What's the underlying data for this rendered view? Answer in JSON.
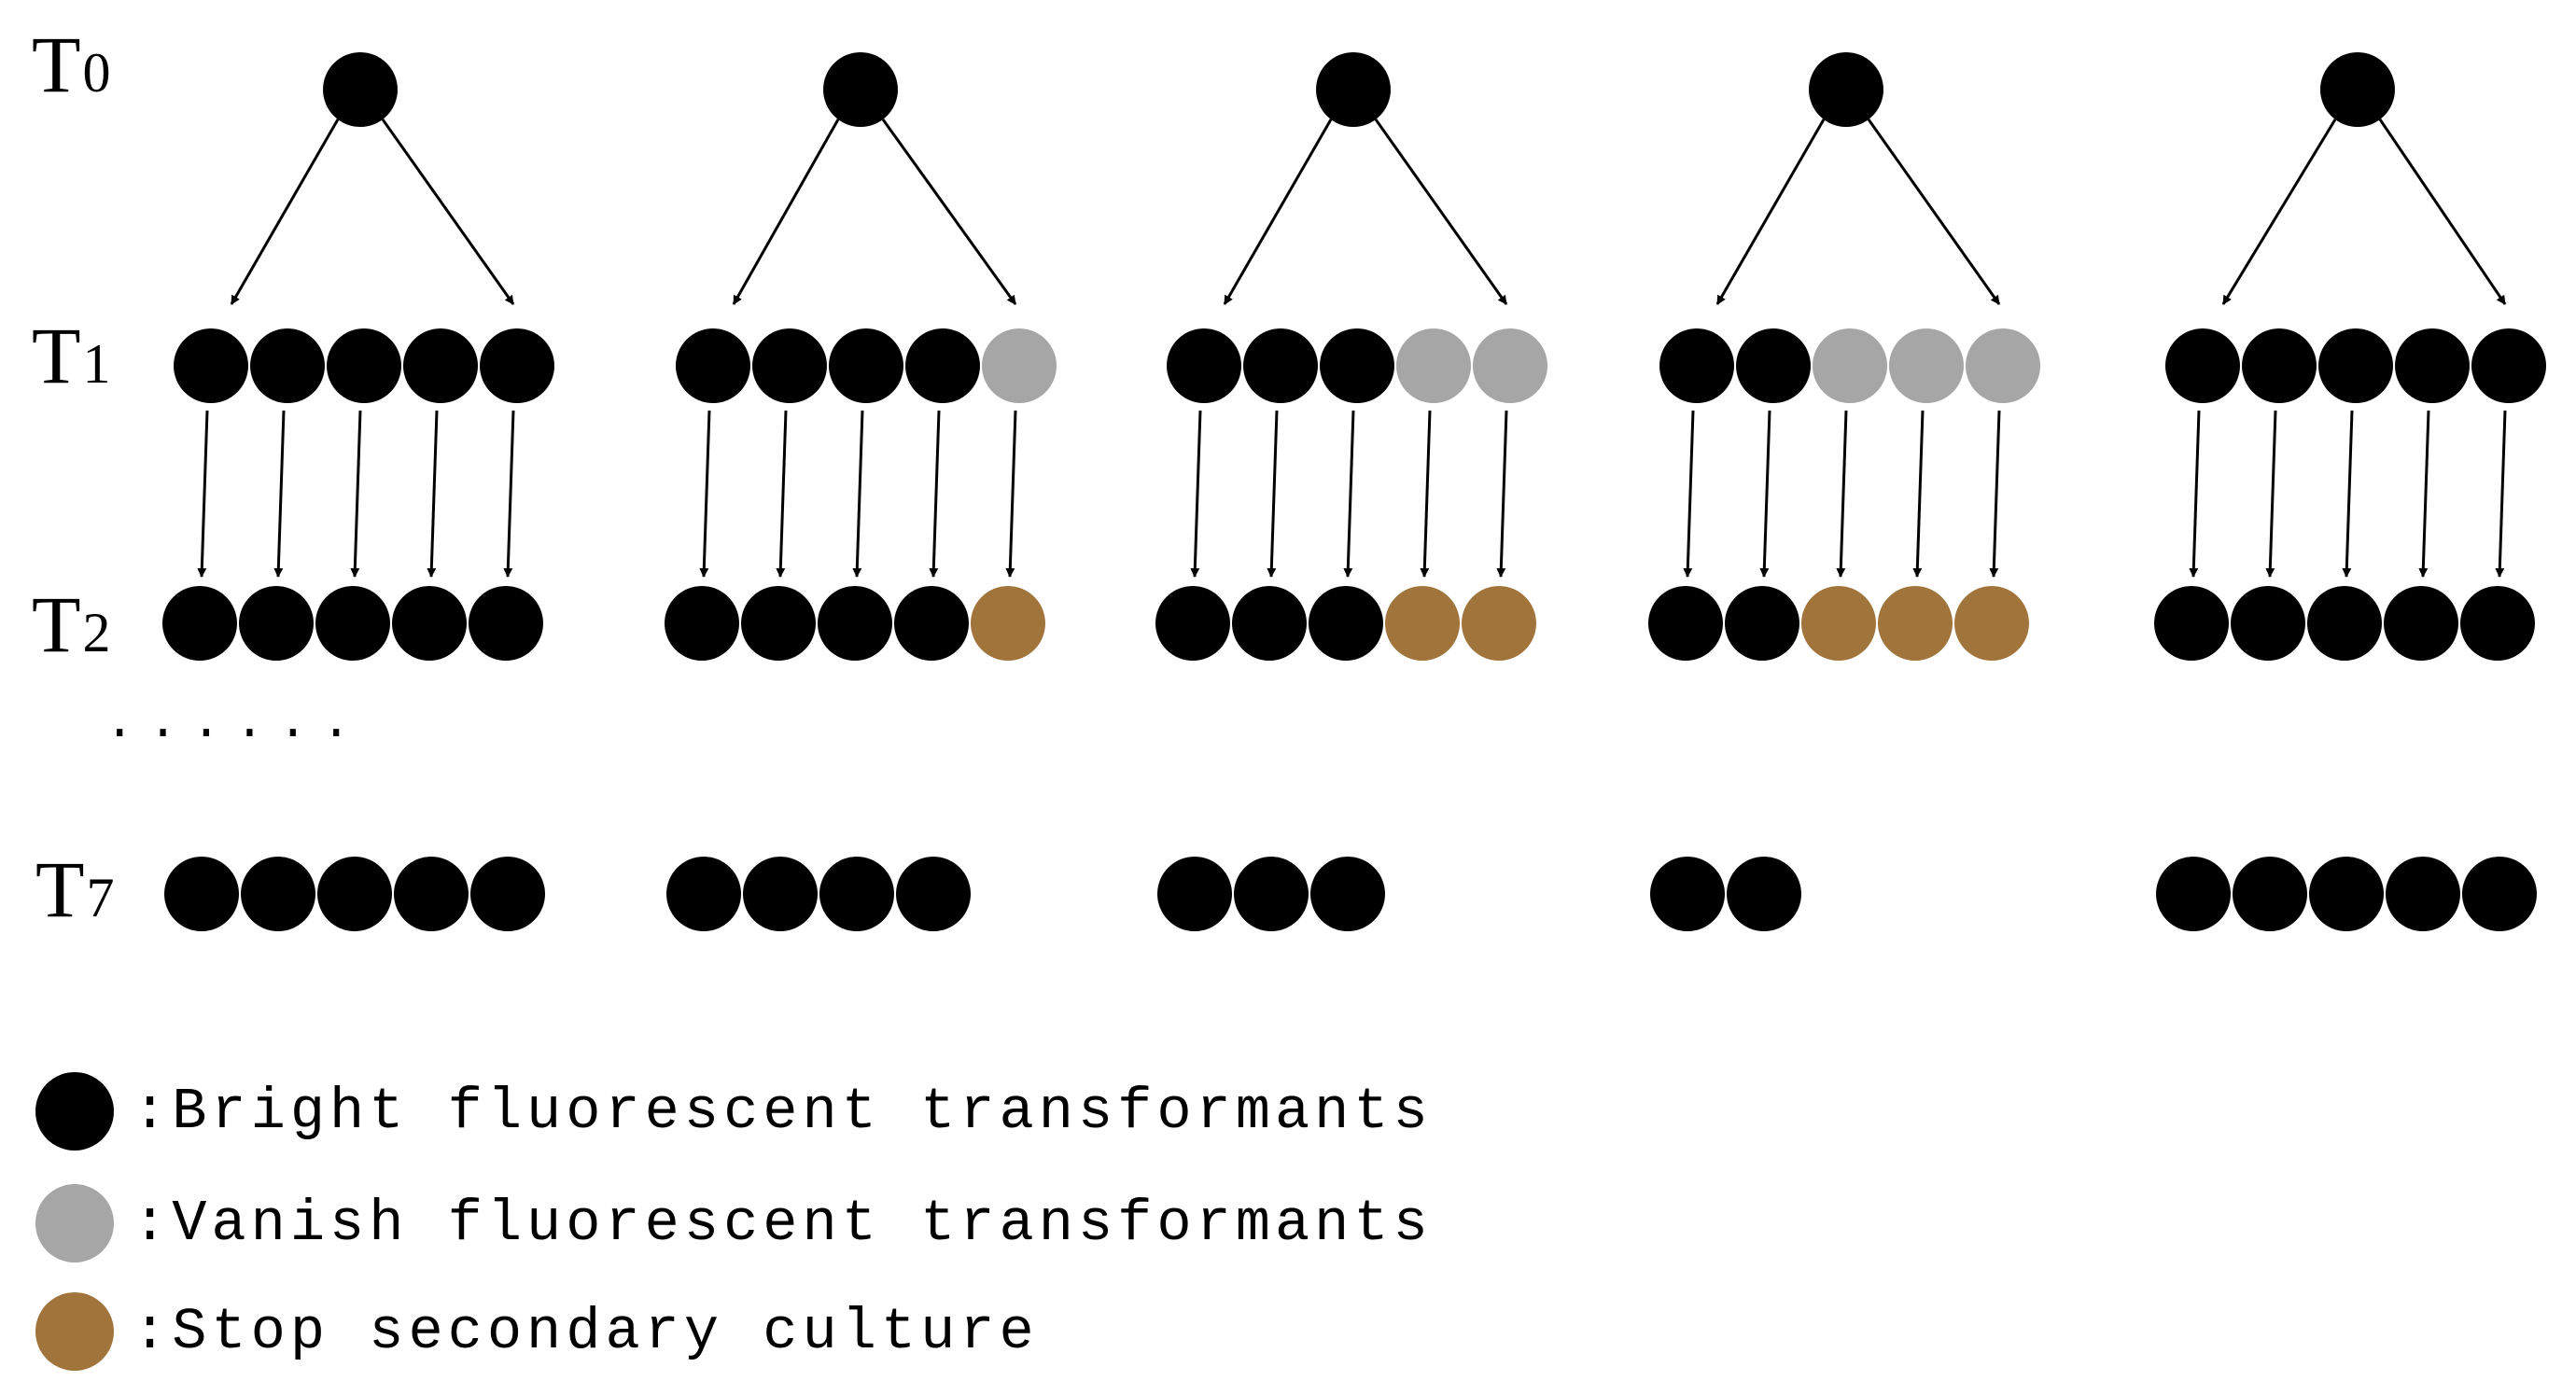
{
  "generations": [
    {
      "base": "T",
      "sub": "0"
    },
    {
      "base": "T",
      "sub": "1"
    },
    {
      "base": "T",
      "sub": "2"
    },
    {
      "base": "T",
      "sub": "7"
    }
  ],
  "ellipsis": "......",
  "colors": {
    "bright": "#000000",
    "vanish": "#a6a6a6",
    "stop": "#a0743a",
    "arrow": "#000000"
  },
  "lineages": [
    {
      "t1": [
        "bright",
        "bright",
        "bright",
        "bright",
        "bright"
      ],
      "t2": [
        "bright",
        "bright",
        "bright",
        "bright",
        "bright"
      ],
      "t7_count": 5
    },
    {
      "t1": [
        "bright",
        "bright",
        "bright",
        "bright",
        "vanish"
      ],
      "t2": [
        "bright",
        "bright",
        "bright",
        "bright",
        "stop"
      ],
      "t7_count": 4
    },
    {
      "t1": [
        "bright",
        "bright",
        "bright",
        "vanish",
        "vanish"
      ],
      "t2": [
        "bright",
        "bright",
        "bright",
        "stop",
        "stop"
      ],
      "t7_count": 3
    },
    {
      "t1": [
        "bright",
        "bright",
        "vanish",
        "vanish",
        "vanish"
      ],
      "t2": [
        "bright",
        "bright",
        "stop",
        "stop",
        "stop"
      ],
      "t7_count": 2
    },
    {
      "t1": [
        "bright",
        "bright",
        "bright",
        "bright",
        "bright"
      ],
      "t2": [
        "bright",
        "bright",
        "bright",
        "bright",
        "bright"
      ],
      "t7_count": 5
    }
  ],
  "legend": [
    {
      "key": "bright",
      "label": ":Bright fluorescent transformants"
    },
    {
      "key": "vanish",
      "label": ":Vanish fluorescent transformants"
    },
    {
      "key": "stop",
      "label": ":Stop secondary culture"
    }
  ]
}
